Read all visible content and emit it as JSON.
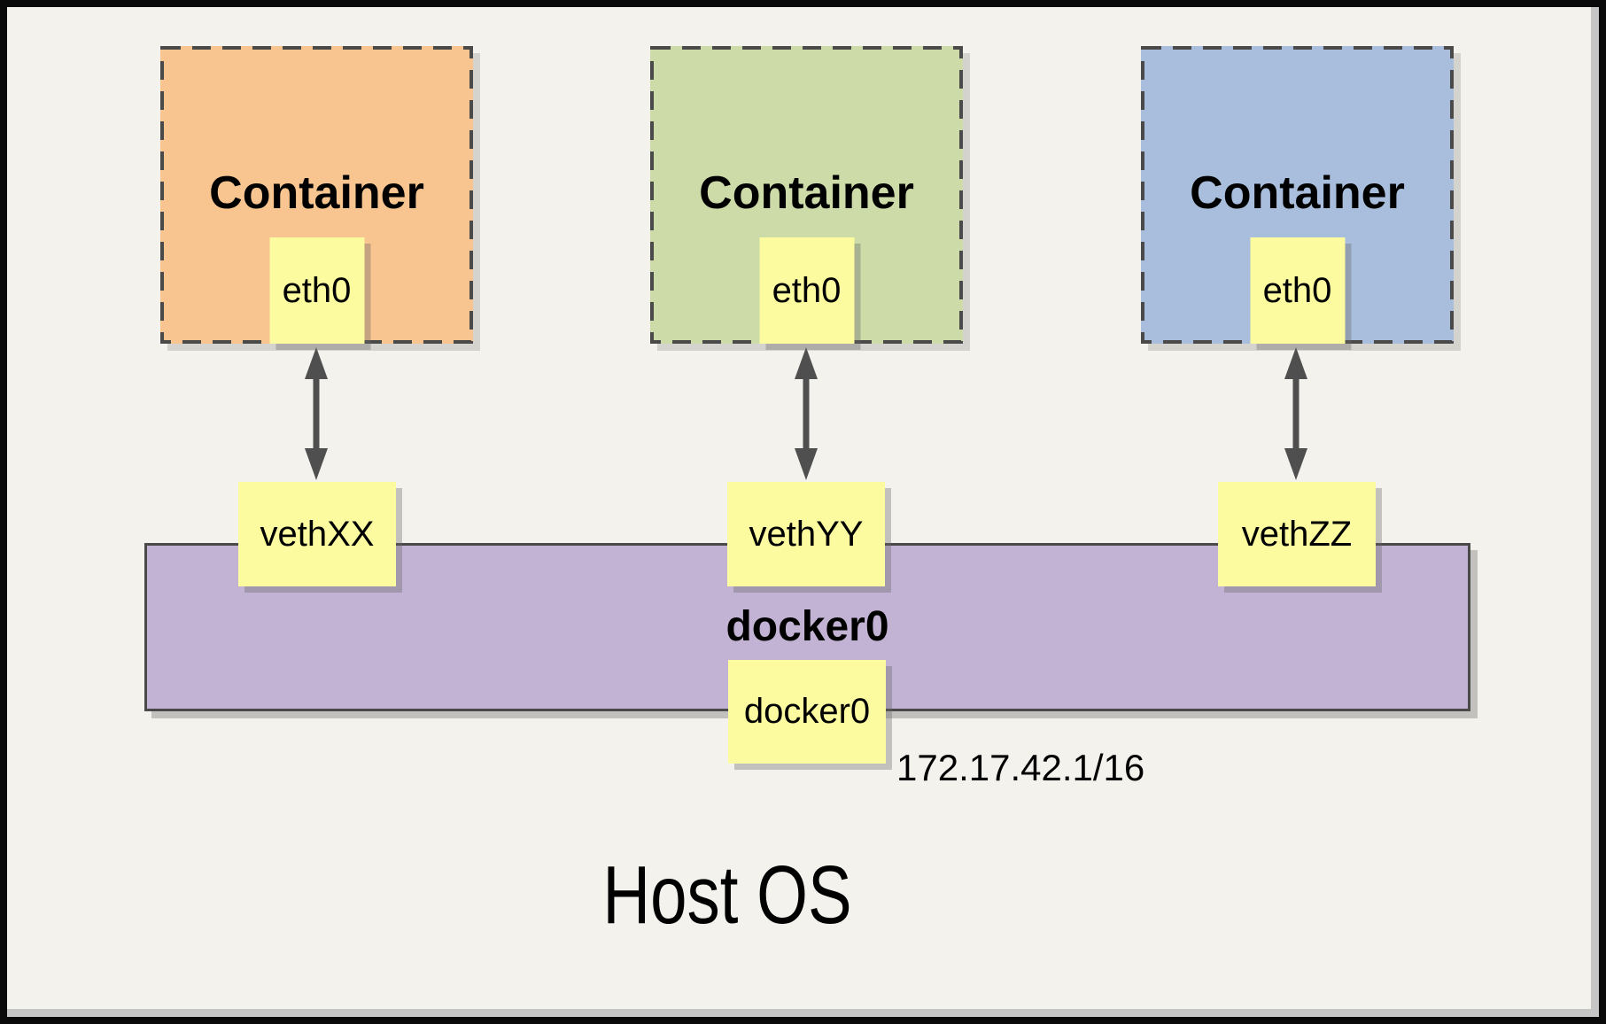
{
  "diagram": {
    "host": {
      "label": "Host OS"
    },
    "containers": [
      {
        "label": "Container",
        "interface_label": "eth0",
        "veth_label": "vethXX",
        "fill": "#F8C48F"
      },
      {
        "label": "Container",
        "interface_label": "eth0",
        "veth_label": "vethYY",
        "fill": "#CCDBA7"
      },
      {
        "label": "Container",
        "interface_label": "eth0",
        "veth_label": "vethZZ",
        "fill": "#A9BEDC"
      }
    ],
    "bridge": {
      "label": "docker0",
      "interface_label": "docker0",
      "ip_cidr": "172.17.42.1/16",
      "fill": "#C2B3D4"
    },
    "colors": {
      "background": "#F4F2EC",
      "node_yellow": "#FCFB9F",
      "border_dark_gray": "#4A4A4A",
      "arrow_gray": "#4F4F4F",
      "frame_black": "#0A0A0A",
      "shadow_gray": "#C6C6C6"
    }
  }
}
